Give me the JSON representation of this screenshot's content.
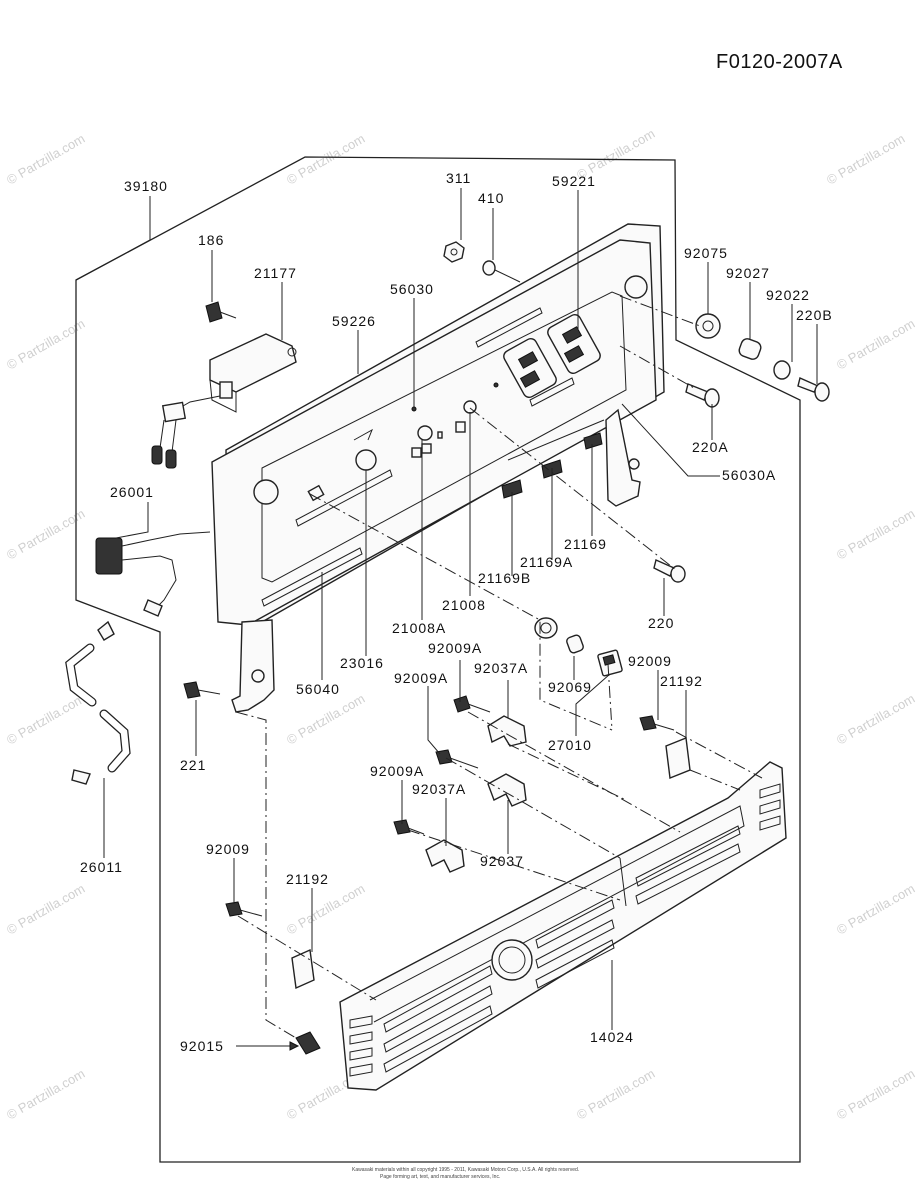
{
  "diagram_code": "F0120-2007A",
  "watermark": "© Partzilla.com",
  "labels": {
    "p39180": "39180",
    "p311": "311",
    "p410": "410",
    "p59221": "59221",
    "p186": "186",
    "p21177": "21177",
    "p56030": "56030",
    "p59226": "59226",
    "p92075": "92075",
    "p92027": "92027",
    "p92022": "92022",
    "p220B": "220B",
    "p220A": "220A",
    "p56030A": "56030A",
    "p26001": "26001",
    "p21169": "21169",
    "p21169A": "21169A",
    "p21169B": "21169B",
    "p21008": "21008",
    "p220": "220",
    "p21008A": "21008A",
    "p23016": "23016",
    "p92009A_1": "92009A",
    "p92009_1": "92009",
    "p56040": "56040",
    "p92009A_2": "92009A",
    "p92037A_1": "92037A",
    "p92069": "92069",
    "p21192_1": "21192",
    "p221": "221",
    "p27010": "27010",
    "p92009A_3": "92009A",
    "p92037A_2": "92037A",
    "p92037": "92037",
    "p26011": "26011",
    "p92009_2": "92009",
    "p21192_2": "21192",
    "p14024": "14024",
    "p92015": "92015"
  },
  "footer": {
    "line1": "Kawasaki materials within all copyright 1995 - 2011, Kawasaki Motors Corp., U.S.A. All rights reserved.",
    "line2": "Page forming art, text, and manufacturer services, Inc."
  }
}
